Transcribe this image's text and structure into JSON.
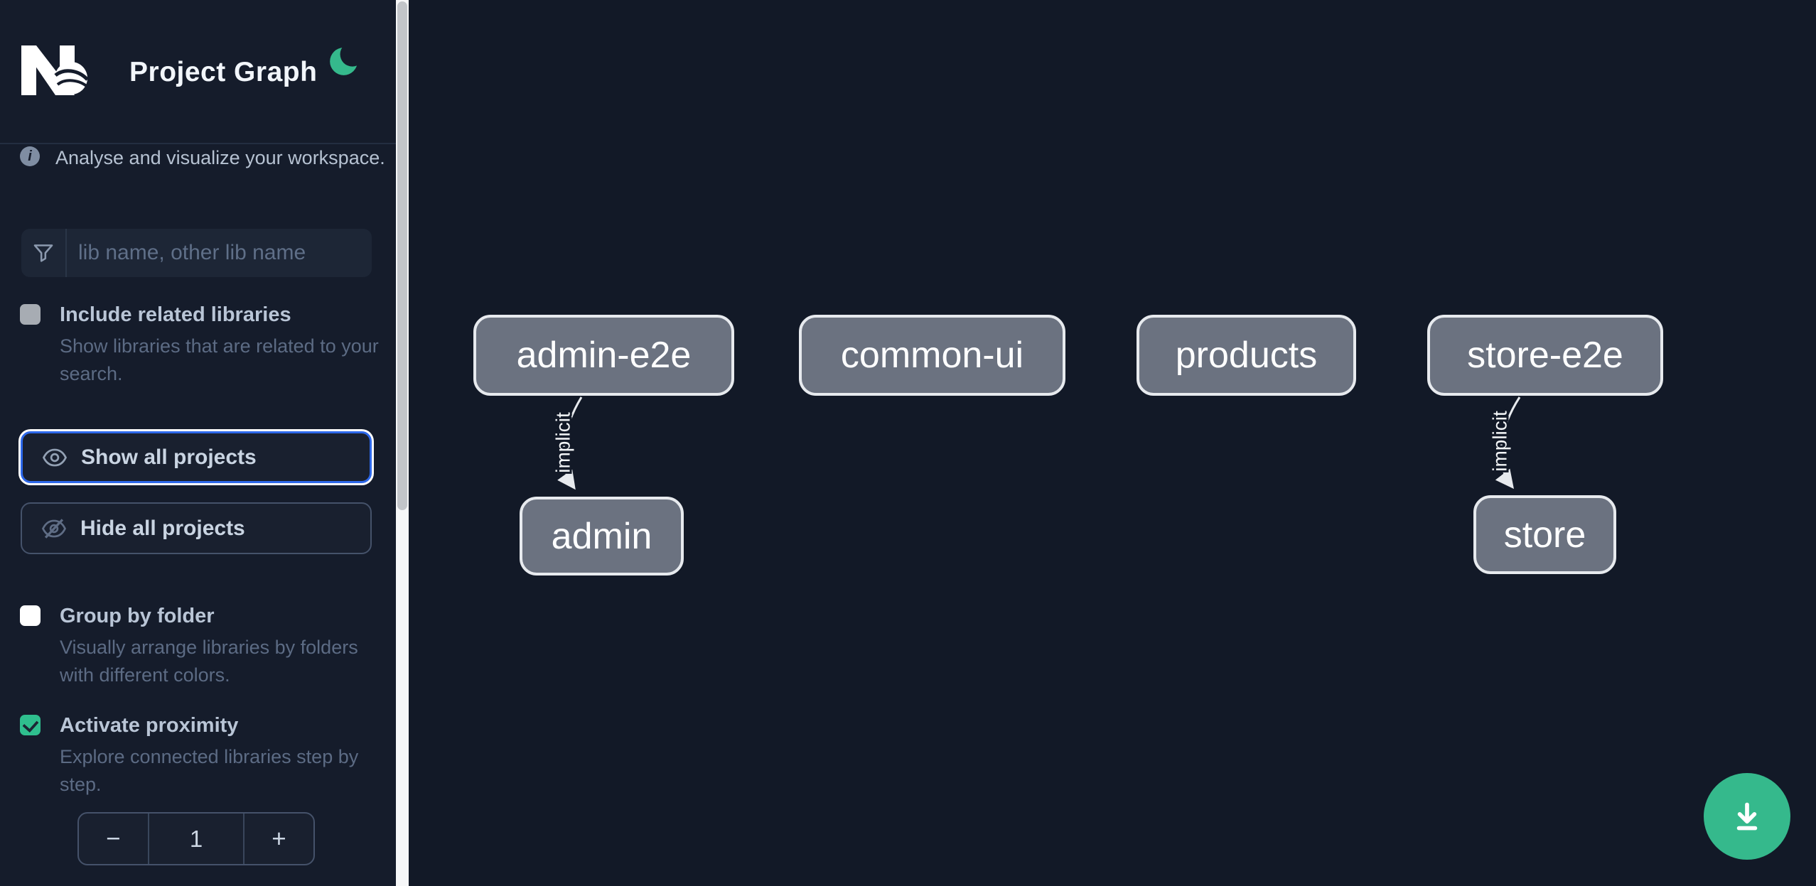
{
  "header": {
    "title": "Project Graph"
  },
  "icons": {
    "logo": "nx-logo",
    "theme": "moon-icon",
    "info": "info-icon",
    "filter": "funnel-icon",
    "show": "eye-icon",
    "hide": "eye-slash-icon",
    "download": "download-icon"
  },
  "colors": {
    "accent": "#35b98c",
    "focus_ring": "#2d68ea",
    "node_fill": "#6b7280",
    "node_border": "#e7eaee",
    "edge": "#e7eaee",
    "sidebar_bg": "#151c2b",
    "canvas_bg": "#121927"
  },
  "intro": {
    "text": "Analyse and visualize your workspace."
  },
  "search": {
    "placeholder": "lib name, other lib name",
    "value": ""
  },
  "options": [
    {
      "label": "Include related libraries",
      "description": "Show libraries that are related to your search.",
      "checked": false
    },
    {
      "label": "Group by folder",
      "description": "Visually arrange libraries by folders with different colors.",
      "checked": false
    },
    {
      "label": "Activate proximity",
      "description": "Explore connected libraries step by step.",
      "checked": true
    }
  ],
  "actions": {
    "show_all": "Show all projects",
    "hide_all": "Hide all projects"
  },
  "proximity_stepper": {
    "decrease": "−",
    "value": "1",
    "increase": "+"
  },
  "graph": {
    "nodes": [
      {
        "label": "admin-e2e"
      },
      {
        "label": "common-ui"
      },
      {
        "label": "products"
      },
      {
        "label": "store-e2e"
      },
      {
        "label": "admin"
      },
      {
        "label": "store"
      }
    ],
    "edges": [
      {
        "source": "admin-e2e",
        "target": "admin",
        "label": "implicit"
      },
      {
        "source": "store-e2e",
        "target": "store",
        "label": "implicit"
      }
    ]
  }
}
